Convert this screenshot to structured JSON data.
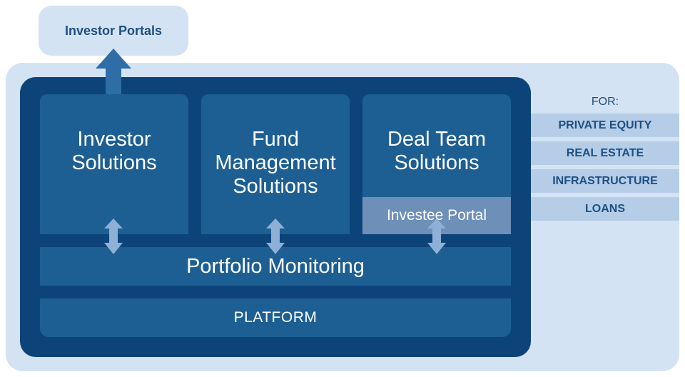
{
  "investor_portals": {
    "label": "Investor Portals"
  },
  "tiles": {
    "investor": "Investor\nSolutions",
    "fund": "Fund\nManagement\nSolutions",
    "deal": "Deal Team\nSolutions"
  },
  "investee_portal": "Investee Portal",
  "portfolio_monitoring": "Portfolio Monitoring",
  "platform": "PLATFORM",
  "for_panel": {
    "label": "FOR:",
    "items": [
      "PRIVATE EQUITY",
      "REAL ESTATE",
      "INFRASTRUCTURE",
      "LOANS"
    ]
  },
  "colors": {
    "dark_navy": "#0c4479",
    "tile_blue": "#1d5f93",
    "light_panel": "#d4e3f3",
    "for_item": "#b6cde8",
    "investee": "#6e8fb8",
    "arrow": "#8fb0d6"
  }
}
